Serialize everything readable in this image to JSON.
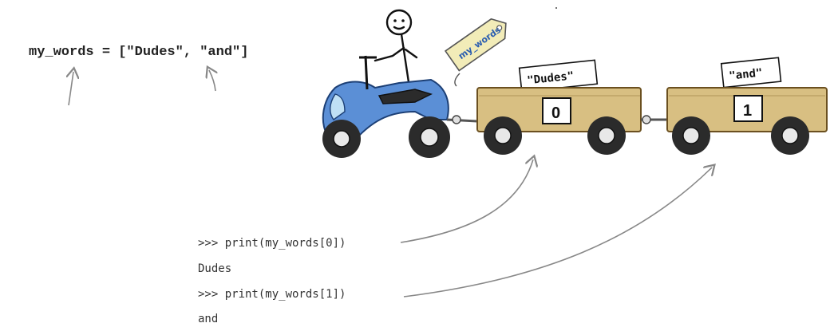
{
  "code": {
    "assignment": "my_words = [\"Dudes\", \"and\"]"
  },
  "variable_tag": {
    "label": "my_words"
  },
  "trailers": [
    {
      "value_label": "\"Dudes\"",
      "index_label": "0"
    },
    {
      "value_label": "\"and\"",
      "index_label": "1"
    }
  ],
  "repl": {
    "line1": ">>> print(my_words[0])",
    "line2": "Dudes",
    "line3": ">>> print(my_words[1])",
    "line4": "and"
  },
  "colors": {
    "trailer_body": "#d8bf82",
    "scooter_body": "#5b8fd6",
    "tag": "#f2ecb8",
    "arrow": "#888888",
    "tire": "#2b2b2b"
  }
}
